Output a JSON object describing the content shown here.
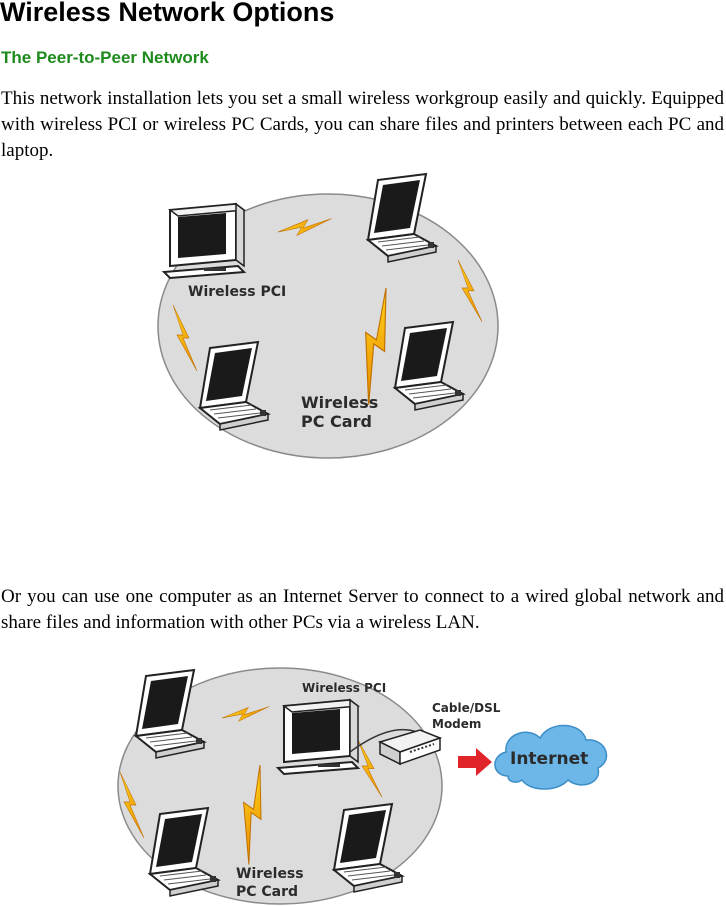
{
  "document": {
    "title": "Wireless Network Options",
    "section_heading": "The Peer-to-Peer Network",
    "paragraph_1": "This network installation lets you set a small wireless workgroup easily and quickly. Equipped with wireless PCI or wireless PC Cards, you can share files and printers between each PC and laptop.",
    "paragraph_2": "Or you can use one computer as an Internet Server to connect to a wired global network and share files and information with other PCs via a wireless LAN."
  },
  "figure_1": {
    "label_pci": "Wireless PCI",
    "label_card_line1": "Wireless",
    "label_card_line2": "PC Card"
  },
  "figure_2": {
    "label_pci": "Wireless PCI",
    "label_modem_line1": "Cable/DSL",
    "label_modem_line2": "Modem",
    "label_internet": "Internet",
    "label_card_line1": "Wireless",
    "label_card_line2": "PC Card"
  },
  "colors": {
    "heading_green": "#1e8a1e",
    "ellipse_fill": "#dcdcdc",
    "bolt_yellow": "#f5c400",
    "bolt_orange": "#e88a00",
    "arrow_red": "#e0242a",
    "cloud_blue": "#6cb6e8"
  }
}
